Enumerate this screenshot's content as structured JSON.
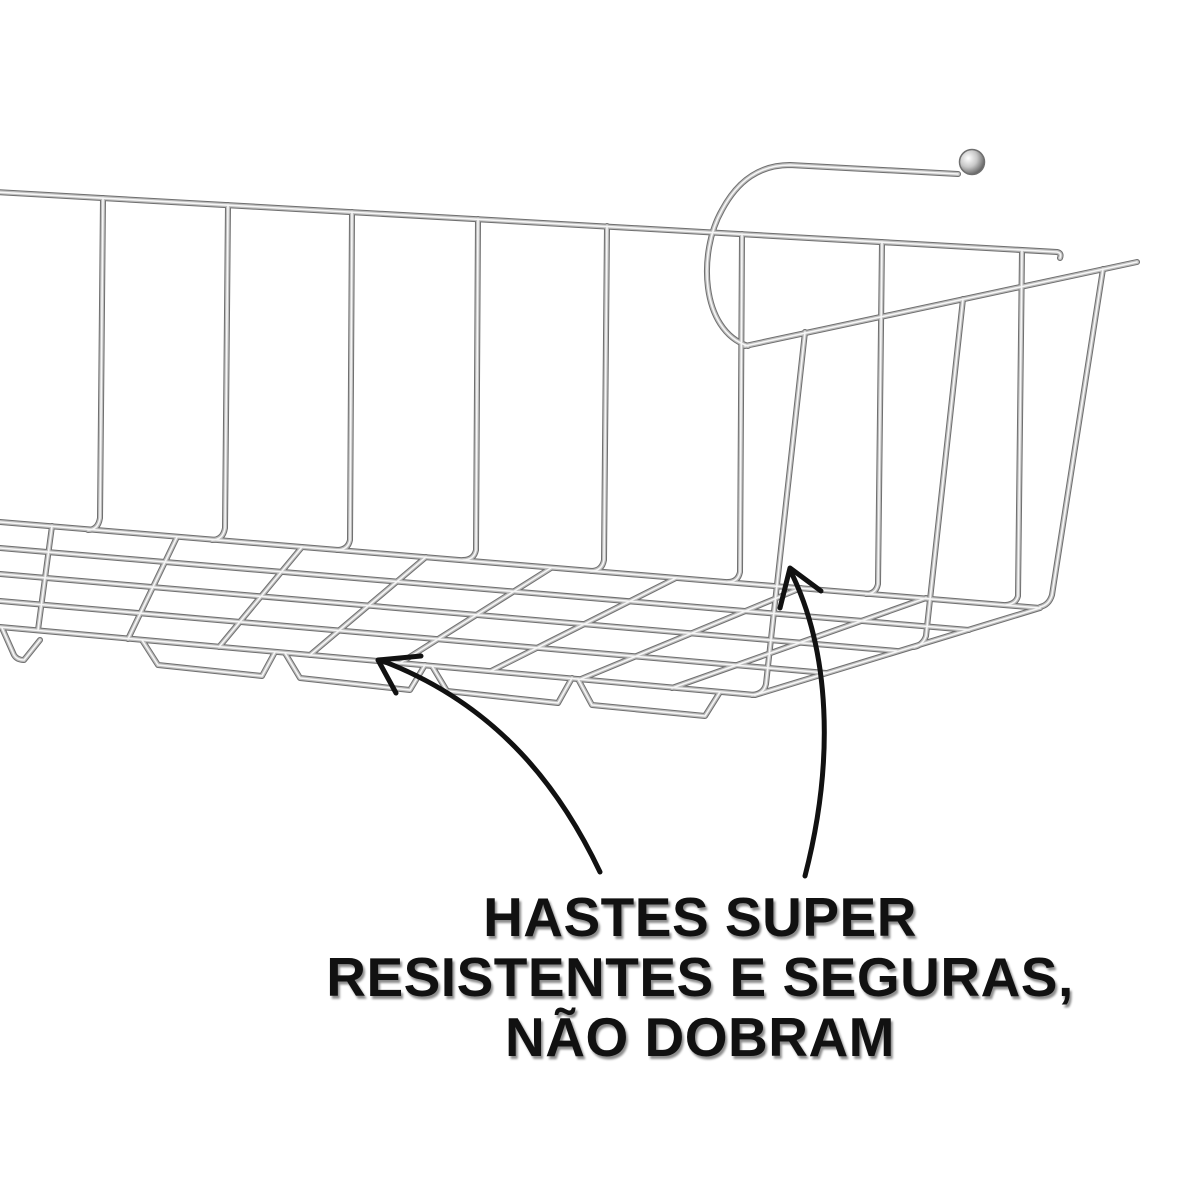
{
  "caption": {
    "lines": [
      "HASTES SUPER",
      "RESISTENTES E SEGURAS,",
      "NÃO DOBRAM"
    ]
  },
  "colors": {
    "background": "#ffffff",
    "caption_text": "#111111",
    "arrow": "#111111",
    "wire_chrome": "#bdbdbd"
  },
  "icons": {
    "left_arrow": "curved-arrow-icon",
    "right_arrow": "curved-arrow-icon"
  }
}
